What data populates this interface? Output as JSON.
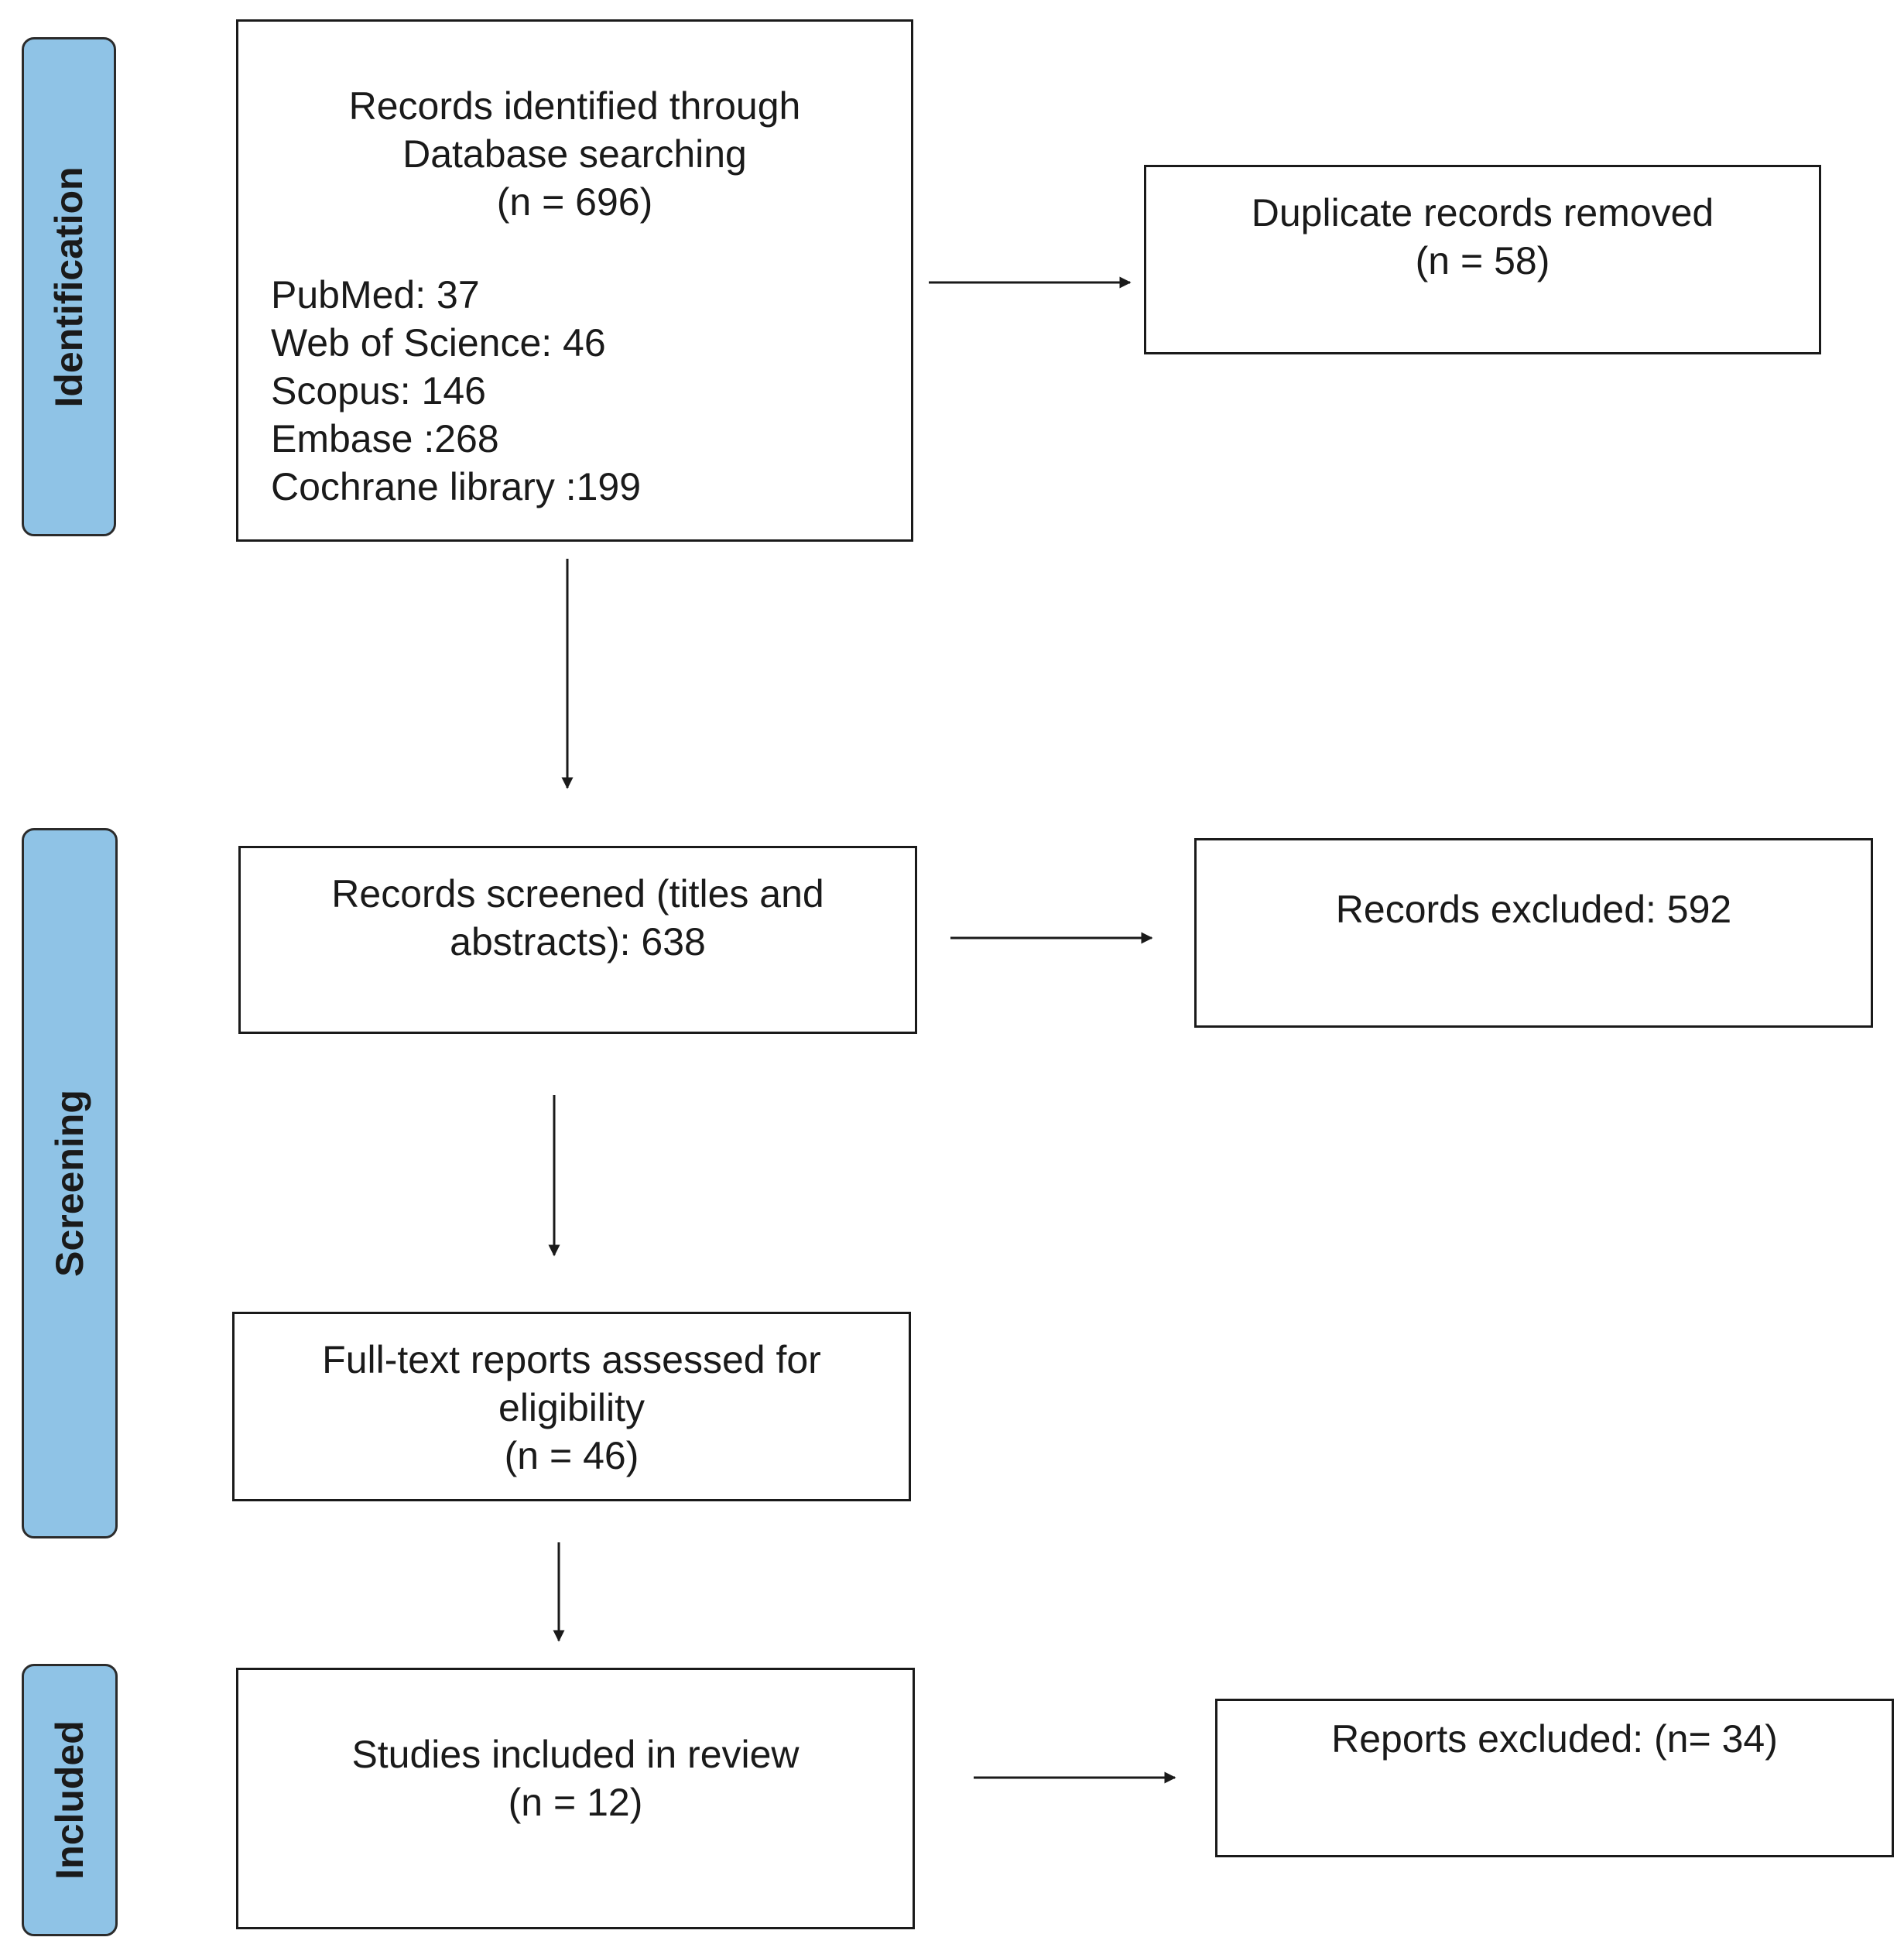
{
  "stages": {
    "identification": "Identification",
    "screening": "Screening",
    "included": "Included"
  },
  "identified": {
    "title_line1": "Records identified through",
    "title_line2": "Database searching",
    "count": "(n = 696)",
    "sources": [
      "PubMed: 37",
      "Web of Science: 46",
      "Scopus: 146",
      "Embase :268",
      "Cochrane library :199"
    ]
  },
  "duplicates": {
    "line1": "Duplicate records removed",
    "line2": "(n = 58)"
  },
  "screened": {
    "line1": "Records screened (titles and",
    "line2": "abstracts): 638"
  },
  "excluded_records": {
    "line1": "Records excluded: 592"
  },
  "fulltext": {
    "line1": "Full-text reports assessed for",
    "line2": "eligibility",
    "line3": "(n = 46)"
  },
  "included": {
    "line1": "Studies included in review",
    "line2": "(n = 12)"
  },
  "excluded_reports": {
    "line1": "Reports excluded: (n= 34)"
  }
}
